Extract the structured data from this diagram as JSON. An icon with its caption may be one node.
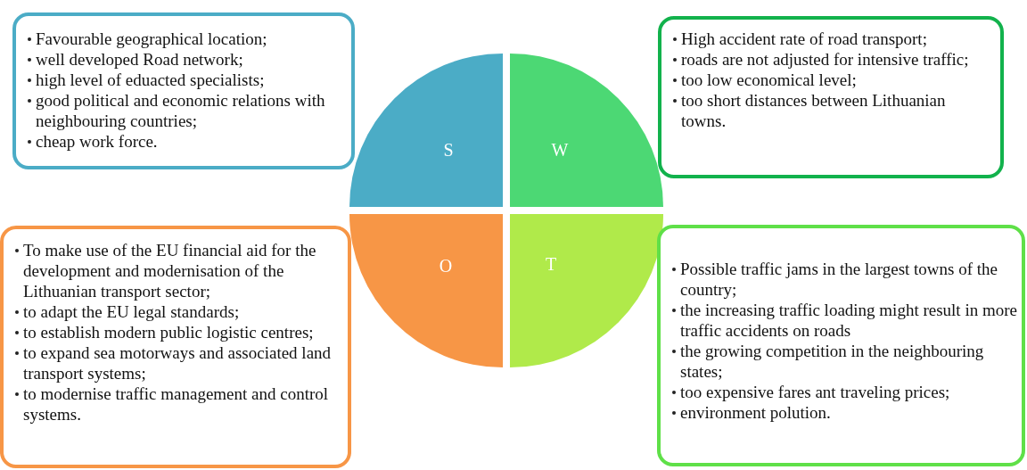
{
  "diagram": {
    "nodes": [
      {
        "text": [
          "Favourable geographical location;",
          "well developed Road network;",
          "high level of eduacted specialists;",
          "good political and economic relations with neighbouring countries;",
          "cheap work force."
        ]
      },
      {
        "text": [
          "S"
        ]
      },
      {
        "text": [
          "W"
        ]
      },
      {
        "text": [
          "High accident rate of road transport;",
          "roads are not adjusted for intensive traffic;",
          "too low economical level;",
          "too short distances between Lithuanian towns."
        ]
      },
      {
        "text": [
          "To make use of the EU financial aid for the development and modernisation of the Lithuanian transport sector;",
          "to adapt the EU legal standards;",
          "to establish modern public logistic centres;",
          "to expand sea motorways and associated land transport systems;",
          "to modernise traffic management and control systems."
        ]
      },
      {
        "text": [
          "O"
        ]
      },
      {
        "text": [
          "T"
        ]
      },
      {
        "text": [
          "Possible traffic jams in the largest towns of the country;",
          "the increasing traffic loading might result in more traffic accidents on roads",
          "the growing competition in the neighbouring states;",
          "too expensive fares ant traveling prices;",
          "environment polution."
        ]
      }
    ]
  }
}
